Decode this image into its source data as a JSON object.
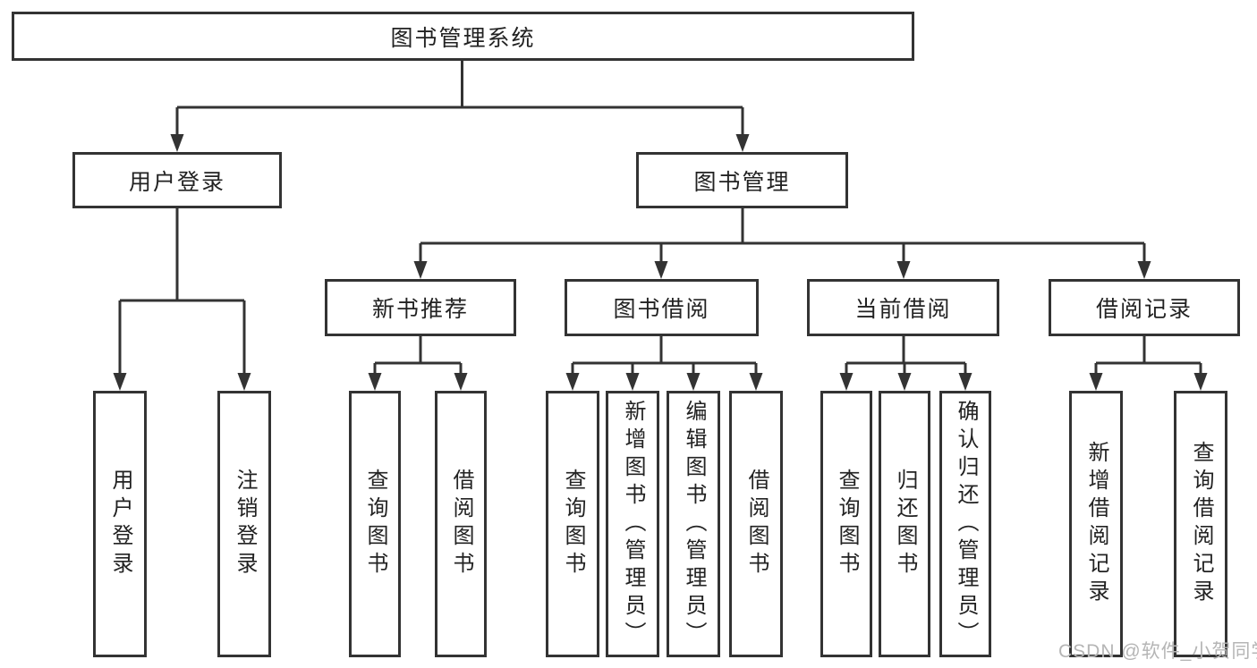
{
  "colors": {
    "line": "#333333",
    "box_border": "#333333",
    "box_fill": "#ffffff",
    "text": "#222222",
    "watermark_text": "#b5b5b5",
    "background": "#ffffff"
  },
  "tree": {
    "label": "图书管理系统",
    "children": [
      {
        "label": "用户登录",
        "children": [
          {
            "label": "用户登录"
          },
          {
            "label": "注销登录"
          }
        ]
      },
      {
        "label": "图书管理",
        "children": [
          {
            "label": "新书推荐",
            "children": [
              {
                "label": "查询图书"
              },
              {
                "label": "借阅图书"
              }
            ]
          },
          {
            "label": "图书借阅",
            "children": [
              {
                "label": "查询图书"
              },
              {
                "label": "新增图书（管理员）"
              },
              {
                "label": "编辑图书（管理员）"
              },
              {
                "label": "借阅图书"
              }
            ]
          },
          {
            "label": "当前借阅",
            "children": [
              {
                "label": "查询图书"
              },
              {
                "label": "归还图书"
              },
              {
                "label": "确认归还（管理员）"
              }
            ]
          },
          {
            "label": "借阅记录",
            "children": [
              {
                "label": "新增借阅记录"
              },
              {
                "label": "查询借阅记录"
              }
            ]
          }
        ]
      }
    ]
  },
  "watermark": {
    "text": "CSDN @软件_小贺同学"
  }
}
